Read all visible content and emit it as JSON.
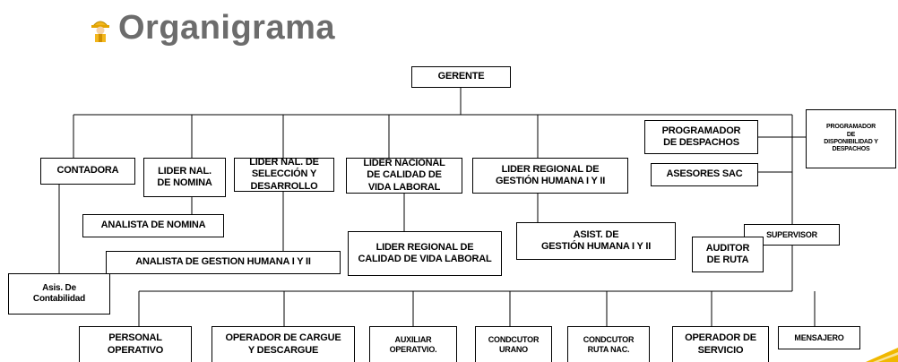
{
  "title": "Organigrama",
  "title_icon": "worker-helmet-icon",
  "colors": {
    "title": "#6c6c6c",
    "box_border": "#000000",
    "line": "#000000",
    "icon_yellow": "#f2b61c",
    "corner_yellow": "#f0b800"
  },
  "nodes": {
    "gerente": "GERENTE",
    "contadora": "CONTADORA",
    "asis_contabilidad": "Asis. De\nContabilidad",
    "lider_nomina": "LIDER NAL.\nDE NOMINA",
    "analista_nomina": "ANALISTA DE NOMINA",
    "lider_seleccion": "LIDER NAL. DE\nSELECCIÓN Y\nDESARROLLO",
    "analista_gestion": "ANALISTA DE GESTION HUMANA I Y II",
    "lider_calidad_vida": "LIDER NACIONAL\nDE CALIDAD DE\nVIDA LABORAL",
    "lider_regional_calidad": "LIDER REGIONAL DE\nCALIDAD DE VIDA LABORAL",
    "lider_regional_gestion": "LIDER REGIONAL DE\nGESTIÓN HUMANA I Y II",
    "asist_gestion": "ASIST. DE\nGESTIÓN HUMANA I Y II",
    "programador_despachos": "PROGRAMADOR\nDE DESPACHOS",
    "programador_disponibilidad": "PROGRAMADOR\nDE\nDISPONIBILIDAD Y\nDESPACHOS",
    "asesores_sac": "ASESORES SAC",
    "supervisor": "SUPERVISOR",
    "auditor_ruta": "AUDITOR\nDE RUTA",
    "personal_operativo": "PERSONAL\nOPERATIVO",
    "operador_cargue": "OPERADOR DE CARGUE\nY DESCARGUE",
    "auxiliar_operativo": "AUXILIAR\nOPERATVIO.",
    "conductor_urano": "CONDCUTOR\nURANO",
    "conductor_ruta": "CONDCUTOR\nRUTA NAC.",
    "operador_servicio": "OPERADOR DE\nSERVICIO",
    "mensajero": "MENSAJERO"
  }
}
